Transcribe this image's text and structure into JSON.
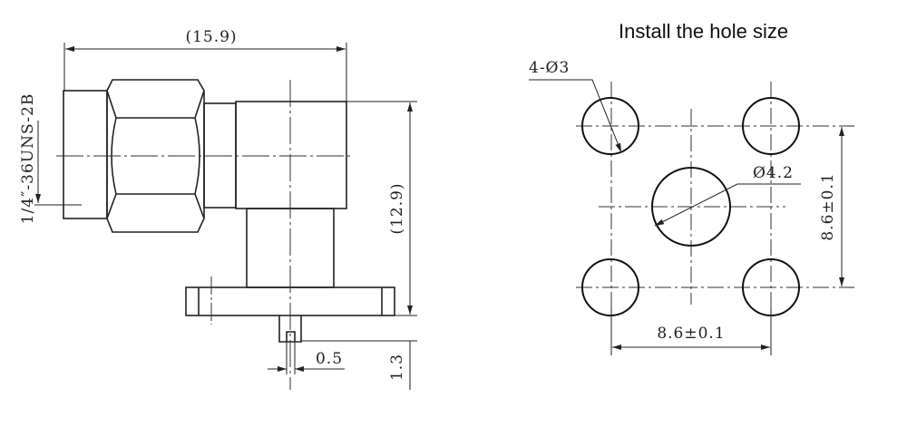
{
  "title": "Install the hole size",
  "side_view": {
    "overall_length": "(15.9)",
    "overall_height": "(12.9)",
    "thread_spec": "1/4″-36UNS-2B",
    "pin_width": "0.5",
    "pin_length": "1.3"
  },
  "hole_layout": {
    "mount_holes": "4-Ø3",
    "center_hole": "Ø4.2",
    "horizontal_spacing": "8.6±0.1",
    "vertical_spacing": "8.6±0.1"
  }
}
